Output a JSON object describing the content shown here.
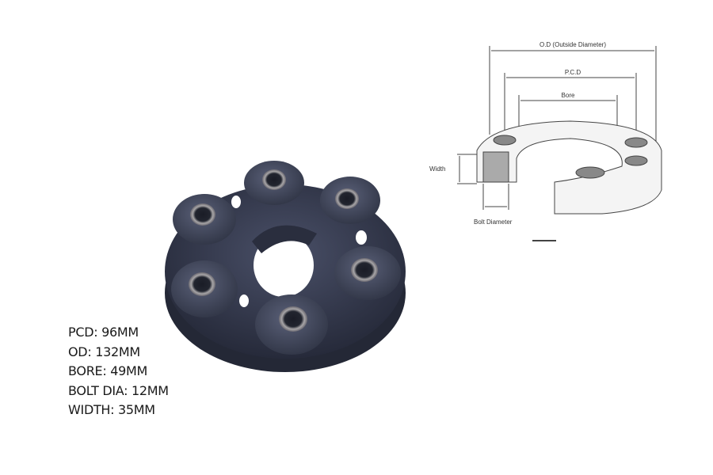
{
  "product_photo": {
    "subject": "flex-disc-coupling",
    "color": "#2f3448",
    "bolt_holes": 6
  },
  "specs": [
    {
      "label": "PCD",
      "value": "96MM",
      "text": "PCD: 96MM"
    },
    {
      "label": "OD",
      "value": "132MM",
      "text": "OD: 132MM"
    },
    {
      "label": "BORE",
      "value": "49MM",
      "text": "BORE: 49MM"
    },
    {
      "label": "BOLT DIA",
      "value": "12MM",
      "text": "BOLT DIA: 12MM"
    },
    {
      "label": "WIDTH",
      "value": "35MM",
      "text": "WIDTH: 35MM"
    }
  ],
  "diagram": {
    "od_label": "O.D (Outside Diameter)",
    "pcd_label": "P.C.D",
    "bore_label": "Bore",
    "width_label": "Width",
    "bolt_label": "Bolt Diameter"
  }
}
